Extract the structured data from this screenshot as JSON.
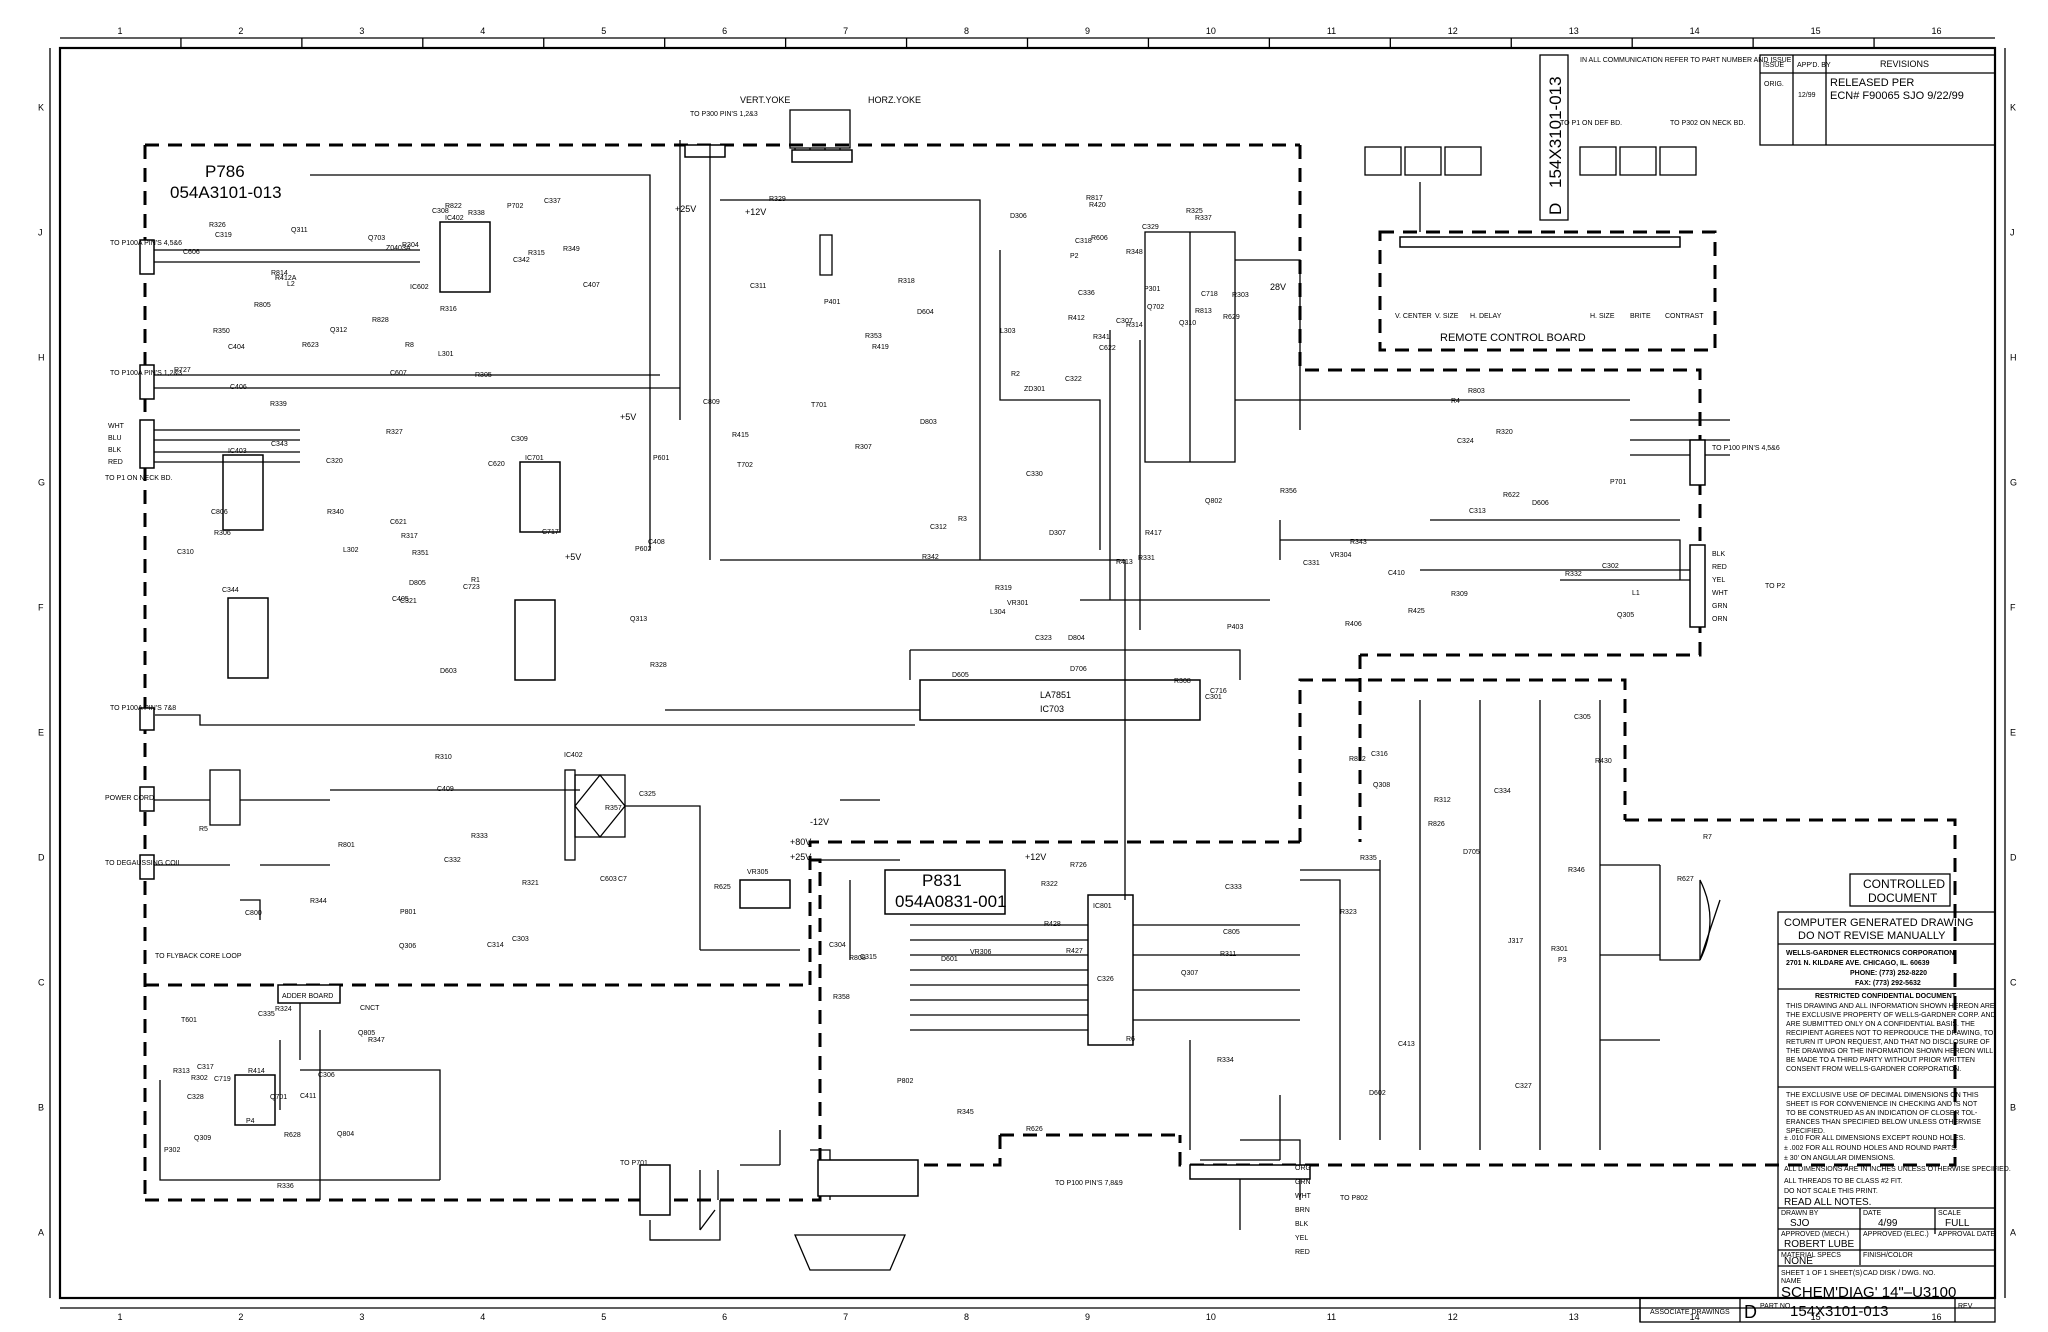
{
  "border": {
    "columns": [
      "1",
      "2",
      "3",
      "4",
      "5",
      "6",
      "7",
      "8",
      "9",
      "10",
      "11",
      "12",
      "13",
      "14",
      "15",
      "16"
    ],
    "rows": [
      "K",
      "J",
      "H",
      "G",
      "F",
      "E",
      "D",
      "C",
      "B",
      "A"
    ]
  },
  "header": {
    "doc_id": "154X3101-013",
    "doc_prefix": "D",
    "comm_note": "IN ALL COMMUNICATION REFER TO PART NUMBER AND ISSUE",
    "rev_table": {
      "col_issue": "ISSUE",
      "col_appd": "APP'D. BY",
      "col_revisions": "REVISIONS",
      "issue": "ORIG.",
      "appd_date": "12/99",
      "revision_line1": "RELEASED PER",
      "revision_line2": "ECN# F90065  SJO  9/22/99"
    }
  },
  "boards": {
    "main_label": "P786",
    "main_part": "054A3101-013",
    "video_label": "P831",
    "video_part": "054A0831-001",
    "remote_board": "REMOTE CONTROL BOARD",
    "adder_board": "ADDER BOARD",
    "cnct": "CNCT",
    "ic701": "IC701",
    "ic703": "IC703",
    "la7851": "LA7851",
    "ic801": "IC801",
    "ic403": "IC403"
  },
  "yokes": {
    "vert": "VERT.YOKE",
    "horz": "HORZ.YOKE"
  },
  "connectors": {
    "p401_to": "TO P100A PIN'S 4,5&6",
    "p403_to": "TO P100A PIN'S 1,2&3",
    "p701_to": "TO P1 ON NECK BD.",
    "p702_to": "TO P100A PIN'S 7&8",
    "power_cord": "POWER CORD",
    "degaussing": "TO DEGAUSSING COIL",
    "flyback": "TO FLYBACK CORE LOOP",
    "p300_to": "TO P300 PIN'S 1,2&3",
    "p100_to": "TO P100 PIN'S 4,5&6",
    "p2_to": "TO P2",
    "p701_bottom": "TO P701",
    "p802_to": "TO P802",
    "p1000_to": "TO P100 PIN'S 7,8&9",
    "p1_dst": "TO P1 ON DEF BD.",
    "p302_neck": "TO P302 ON NECK BD.",
    "remote_pots": [
      "V. CENTER",
      "V. SIZE",
      "H. DELAY",
      "H. SIZE",
      "BRITE",
      "CONTRAST"
    ],
    "sync_labels": [
      "WHT",
      "BLU",
      "BLK",
      "RED"
    ],
    "p802_wires": [
      "BLK",
      "RED",
      "YEL",
      "WHT",
      "GRN",
      "ORN"
    ],
    "p2_wires": [
      "ORG",
      "GRN",
      "WHT",
      "BRN",
      "BLK",
      "YEL",
      "RED"
    ]
  },
  "components": [
    "Z0403A",
    "C404",
    "C405",
    "R415",
    "R413",
    "C410",
    "IC402",
    "R428",
    "R430",
    "C411",
    "R420",
    "C407",
    "C406",
    "C408",
    "R419",
    "R417",
    "R406",
    "C409",
    "R427",
    "C413",
    "R414",
    "R412",
    "R412A",
    "R8",
    "R1",
    "R2",
    "R3",
    "R4",
    "R5",
    "R6",
    "R7",
    "Q701",
    "Q702",
    "Q703",
    "R623",
    "C717",
    "T701",
    "C716",
    "L1",
    "C7",
    "R726",
    "D705",
    "C719",
    "C718",
    "L2",
    "R727",
    "C723",
    "T702",
    "D706",
    "R622",
    "C800",
    "C805",
    "R812",
    "Q804",
    "R813",
    "R814",
    "R805",
    "C806",
    "D803",
    "Q802",
    "R803",
    "R801",
    "R808",
    "R826",
    "Q805",
    "R817",
    "R822",
    "R828",
    "D805",
    "C809",
    "D804",
    "R425",
    "C603",
    "D601",
    "D602",
    "T601",
    "R606",
    "C606",
    "C607",
    "D603",
    "D604",
    "D605",
    "D606",
    "R625",
    "R626",
    "R627",
    "R628",
    "R629",
    "IC602",
    "C620",
    "C621",
    "C622",
    "R331",
    "R332",
    "R333",
    "R334",
    "R335",
    "R336",
    "R337",
    "R338",
    "R339",
    "R340",
    "R341",
    "R342",
    "R343",
    "R344",
    "R345",
    "R346",
    "R347",
    "R348",
    "R349",
    "R350",
    "R351",
    "R353",
    "C330",
    "C331",
    "C332",
    "C333",
    "C334",
    "C335",
    "C336",
    "C337",
    "L301",
    "L302",
    "L303",
    "L304",
    "Q305",
    "Q306",
    "Q307",
    "Q308",
    "Q309",
    "Q310",
    "Q311",
    "Q312",
    "Q313",
    "ZD301",
    "VR301",
    "VR304",
    "VR305",
    "VR306",
    "R301",
    "R302",
    "R303",
    "R304",
    "R305",
    "R306",
    "R307",
    "R308",
    "R309",
    "R310",
    "R311",
    "R312",
    "R313",
    "R314",
    "R315",
    "R316",
    "R317",
    "R318",
    "R319",
    "R320",
    "R321",
    "R322",
    "R323",
    "R324",
    "R325",
    "R326",
    "R327",
    "R328",
    "R329",
    "C301",
    "C302",
    "C303",
    "C304",
    "C305",
    "C306",
    "C307",
    "C308",
    "C309",
    "C310",
    "C311",
    "C312",
    "C313",
    "C314",
    "C315",
    "C316",
    "C317",
    "C318",
    "C319",
    "C320",
    "C321",
    "C322",
    "C323",
    "C324",
    "C325",
    "C326",
    "C327",
    "C328",
    "C329",
    "C342",
    "C343",
    "C344",
    "D306",
    "D307",
    "R356",
    "R357",
    "R358",
    "J317",
    "P302",
    "P301",
    "P702",
    "P601",
    "P602",
    "P401",
    "P403",
    "P701",
    "P801",
    "P802",
    "P3",
    "P4",
    "P2"
  ],
  "rails": [
    "+12V",
    "+5V",
    "+25V",
    "+25V",
    "+80V",
    "28V",
    "+5V",
    "+12V",
    "-12V"
  ],
  "title_block": {
    "controlled_1": "CONTROLLED",
    "controlled_2": "DOCUMENT",
    "cgd_1": "COMPUTER GENERATED DRAWING",
    "cgd_2": "DO NOT REVISE MANUALLY",
    "company": "WELLS-GARDNER ELECTRONICS CORPORATION",
    "address": "2701 N. KILDARE AVE.    CHICAGO, IL. 60639",
    "phone": "PHONE: (773) 252-8220",
    "fax": "FAX: (773) 292-5632",
    "restricted_title": "RESTRICTED CONFIDENTIAL DOCUMENT",
    "restricted_body": [
      "THIS DRAWING AND ALL INFORMATION SHOWN HEREON ARE",
      "THE EXCLUSIVE PROPERTY OF WELLS-GARDNER CORP. AND",
      "ARE SUBMITTED ONLY ON A CONFIDENTIAL BASIS. THE",
      "RECIPIENT AGREES NOT TO REPRODUCE THE DRAWING, TO",
      "RETURN IT UPON REQUEST, AND THAT NO DISCLOSURE OF",
      "THE DRAWING OR THE INFORMATION SHOWN HEREON WILL",
      "BE MADE TO A THIRD PARTY WITHOUT PRIOR WRITTEN",
      "CONSENT FROM WELLS-GARDNER CORPORATION."
    ],
    "decimal_note": [
      "THE EXCLUSIVE USE OF DECIMAL DIMENSIONS ON THIS",
      "SHEET IS FOR CONVENIENCE IN CHECKING AND IS NOT",
      "TO BE CONSTRUED AS AN INDICATION OF CLOSER TOL-",
      "ERANCES THAN SPECIFIED BELOW UNLESS OTHERWISE",
      "SPECIFIED."
    ],
    "tol_1": "± .010 FOR ALL DIMENSIONS EXCEPT ROUND HOLES.",
    "tol_2": "± .002 FOR ALL ROUND HOLES AND ROUND PARTS.",
    "tol_3": "± 30' ON ANGULAR DIMENSIONS.",
    "inches_note": "ALL DIMENSIONS ARE IN INCHES UNLESS OTHERWISE SPECIFIED.",
    "threads": "ALL THREADS TO BE CLASS #2 FIT.",
    "no_scale": "DO NOT SCALE THIS PRINT.",
    "read_notes": "READ ALL NOTES.",
    "drawn_by_label": "DRAWN BY",
    "drawn_by": "SJO",
    "date_label": "DATE",
    "date": "4/99",
    "scale_label": "SCALE",
    "scale": "FULL",
    "approved_mech_label": "APPROVED (MECH.)",
    "approved_mech": "ROBERT LUBE",
    "approved_elec_label": "APPROVED (ELEC.)",
    "approval_date_label": "APPROVAL DATE",
    "material_label": "MATERIAL SPECS",
    "material": "NONE",
    "finish_label": "FINISH/COLOR",
    "sheet": "SHEET 1 OF 1 SHEET(S)",
    "cad_label": "CAD DISK / DWG. NO.",
    "name_label": "NAME",
    "name": "SCHEM'DIAG' 14\"–U3100",
    "part_no_label": "PART NO.",
    "part_prefix": "D",
    "part_no": "154X3101-013",
    "rev_label": "REV",
    "associate": "ASSOCIATE DRAWINGS"
  }
}
